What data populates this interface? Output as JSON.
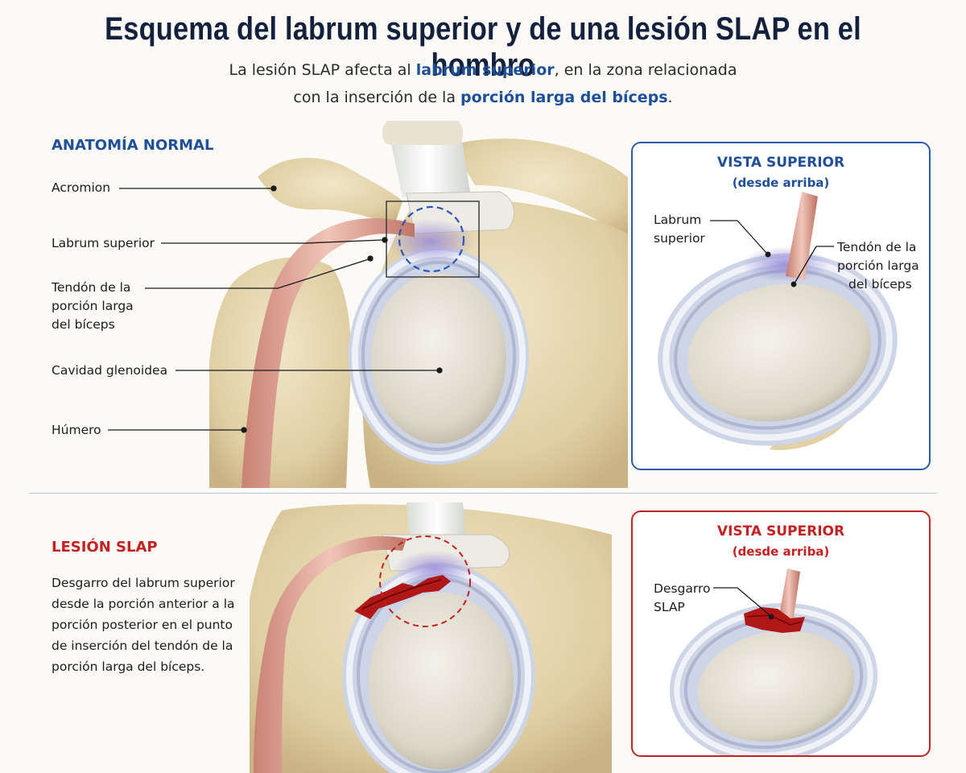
{
  "title": "Esquema del labrum superior y de una lesión SLAP en el hombro",
  "subtitle": {
    "line1_pre": "La lesión SLAP afecta al ",
    "line1_bold": "labrum superior",
    "line1_post": ", en la zona relacionada",
    "line2_pre": "con la inserción de la ",
    "line2_bold": "porción larga del bíceps",
    "line2_post": "."
  },
  "normal": {
    "heading": "ANATOMÍA NORMAL",
    "labels": {
      "acromion": "Acromion",
      "labrum": "Labrum superior",
      "tendon_1": "Tendón de la",
      "tendon_2": "porción larga",
      "tendon_3": "del bíceps",
      "glenoid": "Cavidad glenoidea",
      "humerus": "Húmero"
    },
    "top_view": {
      "title_1": "VISTA SUPERIOR",
      "title_2": "(desde arriba)",
      "labrum_1": "Labrum",
      "labrum_2": "superior",
      "tendon_1": "Tendón de la",
      "tendon_2": "porción larga",
      "tendon_3": "del bíceps"
    }
  },
  "lesion": {
    "heading": "LESIÓN SLAP",
    "description": [
      "Desgarro del labrum superior",
      "desde la porción anterior a la",
      "porción posterior en el punto",
      "de inserción del tendón de la",
      "porción larga del bíceps."
    ],
    "top_view": {
      "title_1": "VISTA SUPERIOR",
      "title_2": "(desde arriba)",
      "tear_1": "Desgarro",
      "tear_2": "SLAP"
    }
  },
  "colors": {
    "navy": "#14213d",
    "accent_blue": "#1f4f99",
    "accent_red": "#c42222",
    "bone": "#e6d6b0",
    "labrum": "#d6dcea",
    "tendon": "#dca59b",
    "tear": "#b01818"
  }
}
